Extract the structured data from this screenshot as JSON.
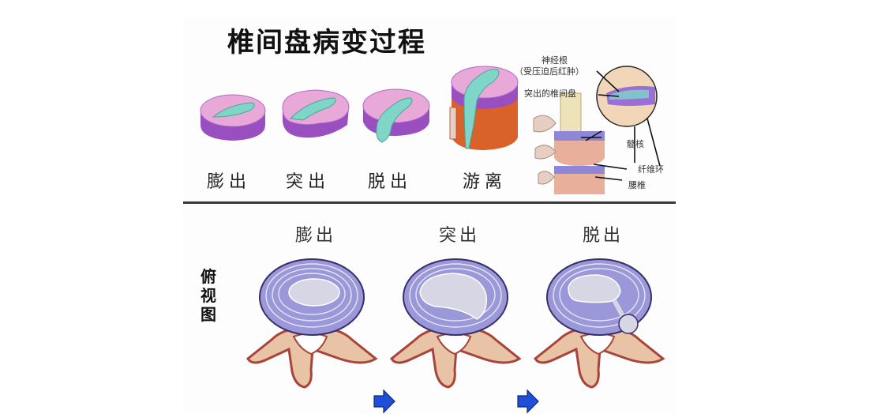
{
  "title": "椎间盘病变过程",
  "side_view": {
    "stages": [
      {
        "label": "膨出"
      },
      {
        "label": "突出"
      },
      {
        "label": "脱出"
      },
      {
        "label": "游离"
      }
    ],
    "annotations": {
      "nerve_root": "神经根",
      "nerve_root_note": "（受压迫后红肿）",
      "protruding_disc": "突出的椎间盘",
      "nucleus": "髓核",
      "annulus": "纤维环",
      "lumbar_vertebra": "腰椎"
    }
  },
  "top_view": {
    "side_label": [
      "俯",
      "视",
      "图"
    ],
    "stages": [
      {
        "label": "膨出"
      },
      {
        "label": "突出"
      },
      {
        "label": "脱出"
      }
    ]
  },
  "colors": {
    "disc_pink": "#e8a8d8",
    "disc_purple": "#9a4fc0",
    "nucleus_teal": "#7fd6c8",
    "vertebra_orange": "#d9622a",
    "annulus_lavender": "#9a98d8",
    "bone": "#e9c3a6",
    "bone_edge": "#a8443a",
    "arrow_blue": "#1f4fd8",
    "divider": "#3a3a3a"
  }
}
